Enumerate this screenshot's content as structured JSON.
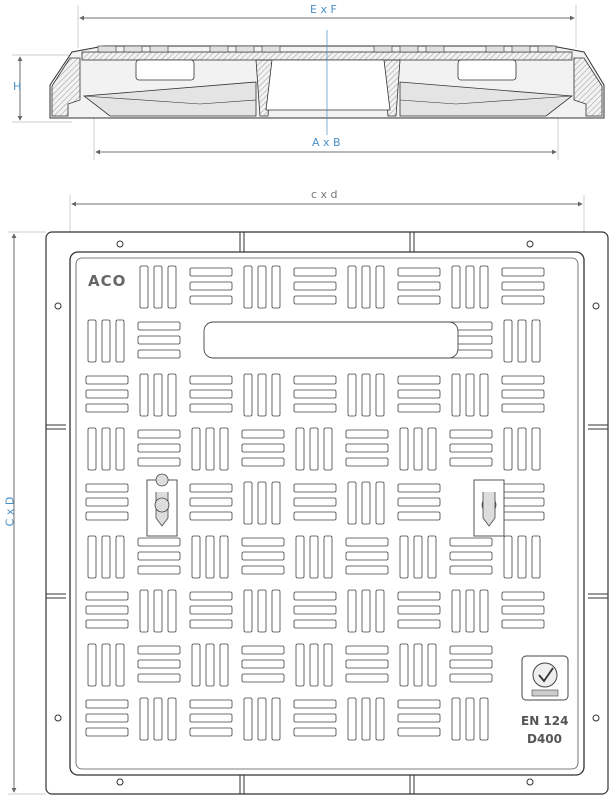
{
  "dimensions": {
    "overall_top": "E x F",
    "height": "H",
    "clear_opening": "A x B",
    "cover_size": "c x d",
    "frame_size": "C x D"
  },
  "cover_markings": {
    "logo": "ACO",
    "standard": "EN 124",
    "load_class": "D400"
  },
  "colors": {
    "dimension_text": "#4a90c8",
    "line": "#333333",
    "hatch": "#888888",
    "section_fill": "#d8d8d8"
  },
  "icons": [
    "certification-mark-icon",
    "keyhole-icon"
  ]
}
